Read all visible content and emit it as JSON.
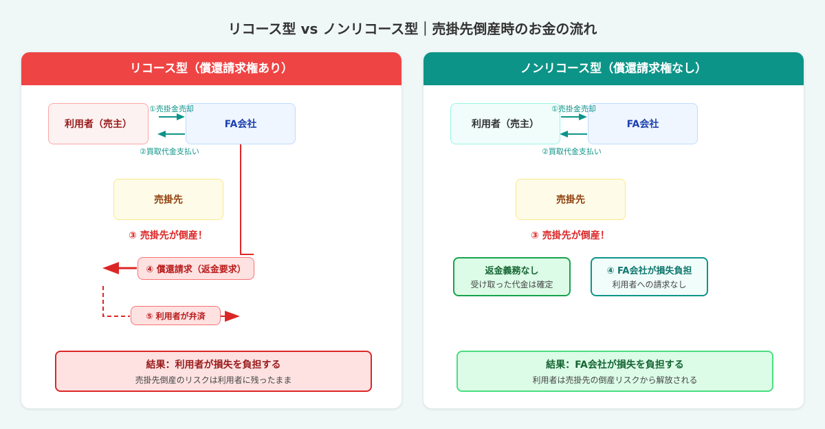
{
  "title": "リコース型 vs ノンリコース型｜売掛先倒産時のお金の流れ",
  "recourse": {
    "header": "リコース型（償還請求権あり）",
    "user": "利用者（売主）",
    "fa": "FA会社",
    "step1": "①売掛金売却",
    "step2": "②買取代金支払い",
    "debtor": "売掛先",
    "step3": "③ 売掛先が倒産！",
    "step4": "④ 償還請求（返金要求）",
    "step5": "⑤ 利用者が弁済",
    "result_title": "結果：利用者が損失を負担する",
    "result_sub": "売掛先倒産のリスクは利用者に残ったまま"
  },
  "nonrecourse": {
    "header": "ノンリコース型（償還請求権なし）",
    "user": "利用者（売主）",
    "fa": "FA会社",
    "step1": "①売掛金売却",
    "step2": "②買取代金支払い",
    "debtor": "売掛先",
    "step3": "③ 売掛先が倒産！",
    "no_refund_title": "返金義務なし",
    "no_refund_sub": "受け取った代金は確定",
    "fa_loss_title": "④ FA会社が損失負担",
    "fa_loss_sub": "利用者への請求なし",
    "result_title": "結果：FA会社が損失を負担する",
    "result_sub": "利用者は売掛先の倒産リスクから解放される"
  },
  "colors": {
    "recourse_accent": "#ef4444",
    "nonrecourse_accent": "#0d9488",
    "fa_text": "#1e40af",
    "debtor_text": "#92400e"
  }
}
